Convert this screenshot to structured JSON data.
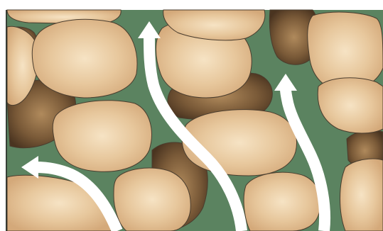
{
  "figure": {
    "colors": {
      "page_background": "#ffffff",
      "pore_fluid": "#5b8360",
      "outline": "#4a3d2e",
      "light_grain_center": "#f6e3c4",
      "light_grain_edge": "#d4a97a",
      "dark_grain_center": "#b08a5c",
      "dark_grain_edge": "#4a3420",
      "flow_arrow": "#ffffff"
    },
    "grain_kinds": [
      "light-sediment-grain",
      "dark-sediment-grain"
    ],
    "icons": [
      "flow-arrow-icon"
    ],
    "flow_arrow_count": 3
  }
}
